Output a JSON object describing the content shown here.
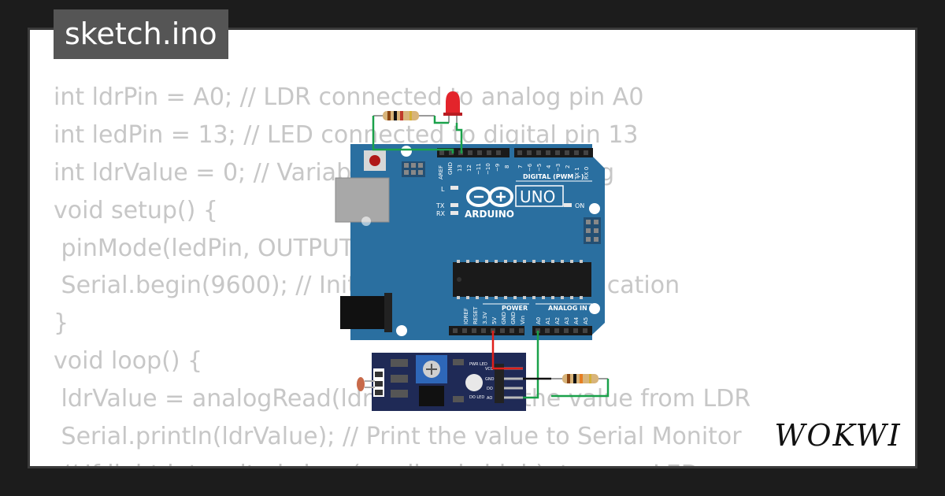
{
  "file_tab": {
    "label": "sketch.ino"
  },
  "code_lines": [
    "int ldrPin = A0; // LDR connected to analog pin A0",
    "int ledPin = 13; // LED connected to digital pin 13",
    "int ldrValue = 0; // Variable to store the reading",
    "void setup() {",
    " pinMode(ledPin, OUTPUT);",
    " Serial.begin(9600); // Initialize serial communication",
    "}",
    "void loop() {",
    " ldrValue = analogRead(ldrPin); // Read the value from LDR",
    " Serial.println(ldrValue); // Print the value to Serial Monitor",
    " // If light intensity is low (reading is high), turn on LED"
  ],
  "arduino": {
    "brand": "ARDUINO",
    "model": "UNO",
    "digital_label": "DIGITAL (PWM ~)",
    "power_label": "POWER",
    "analog_label": "ANALOG IN",
    "on_label": "ON",
    "led_labels": {
      "l": "L",
      "tx": "TX",
      "rx": "RX"
    },
    "top_pins": [
      "AREF",
      "GND",
      "13",
      "12",
      "~11",
      "~10",
      "~9",
      "8",
      "7",
      "~6",
      "~5",
      "4",
      "~3",
      "2",
      "TX 1",
      "RX 0"
    ],
    "power_pins": [
      "IOREF",
      "RESET",
      "3.3V",
      "5V",
      "GND",
      "GND",
      "Vin"
    ],
    "analog_pins": [
      "A0",
      "A1",
      "A2",
      "A3",
      "A4",
      "A5"
    ]
  },
  "sensor_module": {
    "pins": [
      "VCC",
      "GND",
      "DO",
      "AO"
    ],
    "leds": [
      "PWR LED",
      "DO LED"
    ]
  },
  "logo": {
    "text": "WOKWI"
  },
  "colors": {
    "board": "#2a6fa0",
    "wire_green": "#1aa14a",
    "wire_red": "#e0201a",
    "led_red": "#e3242b",
    "code_text": "#c7c7c7"
  }
}
